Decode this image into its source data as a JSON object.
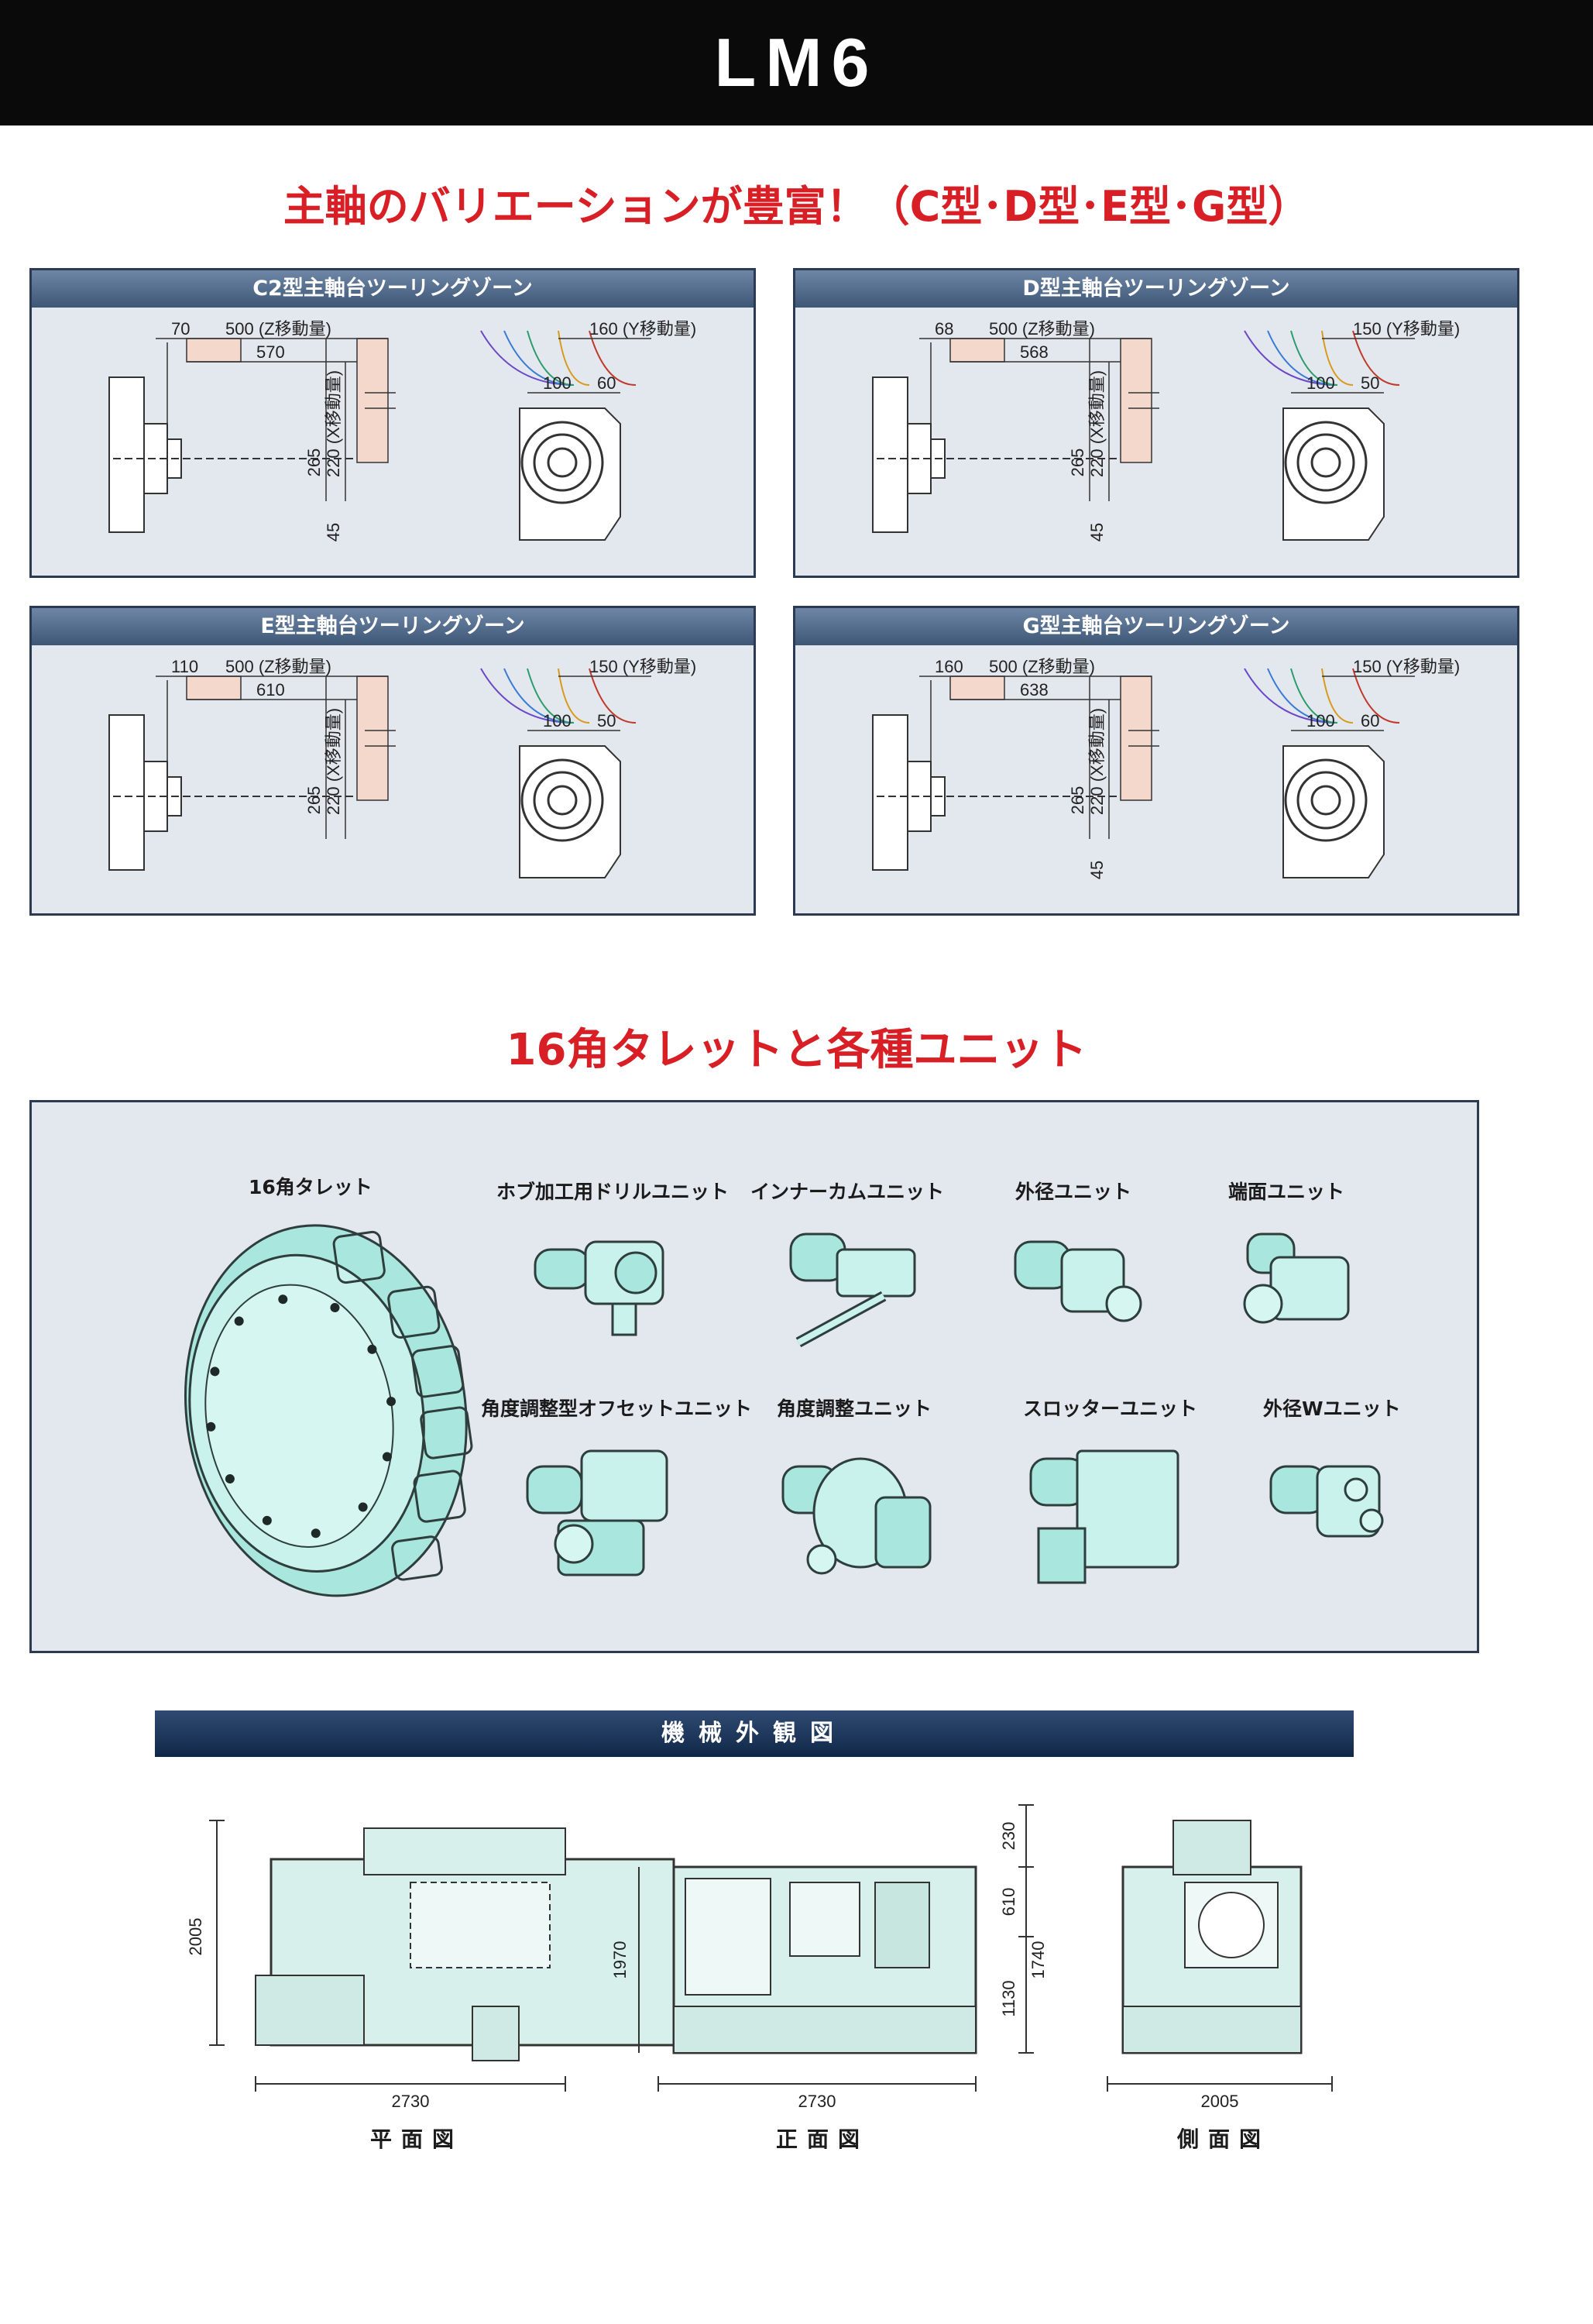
{
  "header": {
    "title": "LM6"
  },
  "spindle_section": {
    "title": "主軸のバリエーションが豊富！（C型･D型･E型･G型）",
    "panels": [
      {
        "title": "C2型主軸台ツーリングゾーン",
        "left": "70",
        "z_travel": "500 (Z移動量)",
        "z_total": "570",
        "y_travel": "160 (Y移動量)",
        "y_split_a": "100",
        "y_split_b": "60",
        "v_total": "265",
        "v_stroke": "220 (X移動量)",
        "v_small": "45"
      },
      {
        "title": "D型主軸台ツーリングゾーン",
        "left": "68",
        "z_travel": "500 (Z移動量)",
        "z_total": "568",
        "y_travel": "150 (Y移動量)",
        "y_split_a": "100",
        "y_split_b": "50",
        "v_total": "265",
        "v_stroke": "220 (X移動量)",
        "v_small": "45"
      },
      {
        "title": "E型主軸台ツーリングゾーン",
        "left": "110",
        "z_travel": "500 (Z移動量)",
        "z_total": "610",
        "y_travel": "150 (Y移動量)",
        "y_split_a": "100",
        "y_split_b": "50",
        "v_total": "265",
        "v_stroke": "220 (X移動量)",
        "v_small": ""
      },
      {
        "title": "G型主軸台ツーリングゾーン",
        "left": "160",
        "z_travel": "500 (Z移動量)",
        "z_total": "638",
        "y_travel": "150 (Y移動量)",
        "y_split_a": "100",
        "y_split_b": "60",
        "v_total": "265",
        "v_stroke": "220 (X移動量)",
        "v_small": "45"
      }
    ]
  },
  "turret_section": {
    "title": "16角タレットと各種ユニット",
    "turret_label": "16角タレット",
    "units": [
      "ホブ加工用ドリルユニット",
      "インナーカムユニット",
      "外径ユニット",
      "端面ユニット",
      "角度調整型オフセットユニット",
      "角度調整ユニット",
      "スロッターユニット",
      "外径Wユニット"
    ]
  },
  "appearance": {
    "title": "機械外観図",
    "plan": {
      "label": "平面図",
      "width": "2730",
      "depth": "2005"
    },
    "front": {
      "label": "正面図",
      "width": "2730",
      "height": "1970",
      "dim_a": "1130",
      "dim_b": "1740",
      "dim_c": "610",
      "dim_d": "230"
    },
    "side": {
      "label": "側面図",
      "width": "2005"
    }
  },
  "colors": {
    "header_bg": "#0a0a0a",
    "accent_red": "#d81f26",
    "panel_head": "#3e5777",
    "machine_fill": "#d8f0ec"
  }
}
